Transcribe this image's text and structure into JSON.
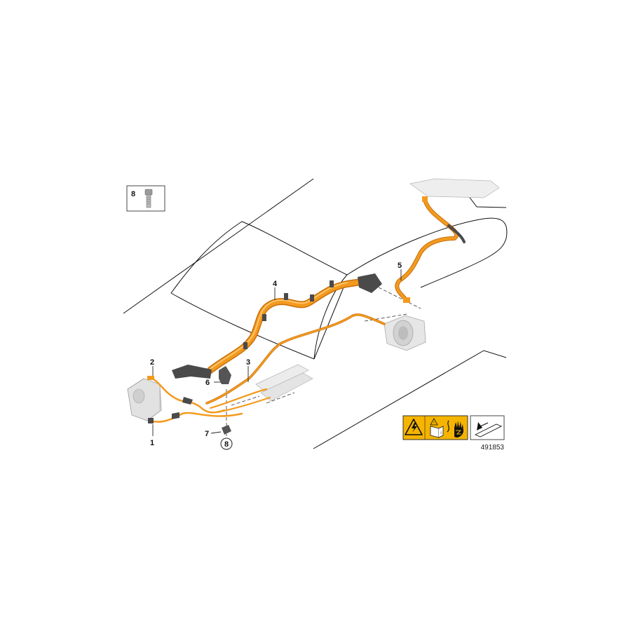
{
  "legend_box": {
    "part_number": "8"
  },
  "callouts": {
    "c1": "1",
    "c2": "2",
    "c3": "3",
    "c4": "4",
    "c5": "5",
    "c6": "6",
    "c7": "7",
    "c8_circled": "8"
  },
  "figure_number": "491853",
  "colors": {
    "cable": "#f39a1e",
    "cable_highlight": "#ffc46a",
    "cable_shadow": "#c8700c",
    "harness_dark": "#4a4a4a",
    "component_gray": "#d9d9d9",
    "warning_yellow": "#f5b400"
  },
  "icons": [
    "high-voltage-warning-icon",
    "read-manual-icon",
    "no-hands-danger-icon",
    "arrow-reference-icon"
  ]
}
